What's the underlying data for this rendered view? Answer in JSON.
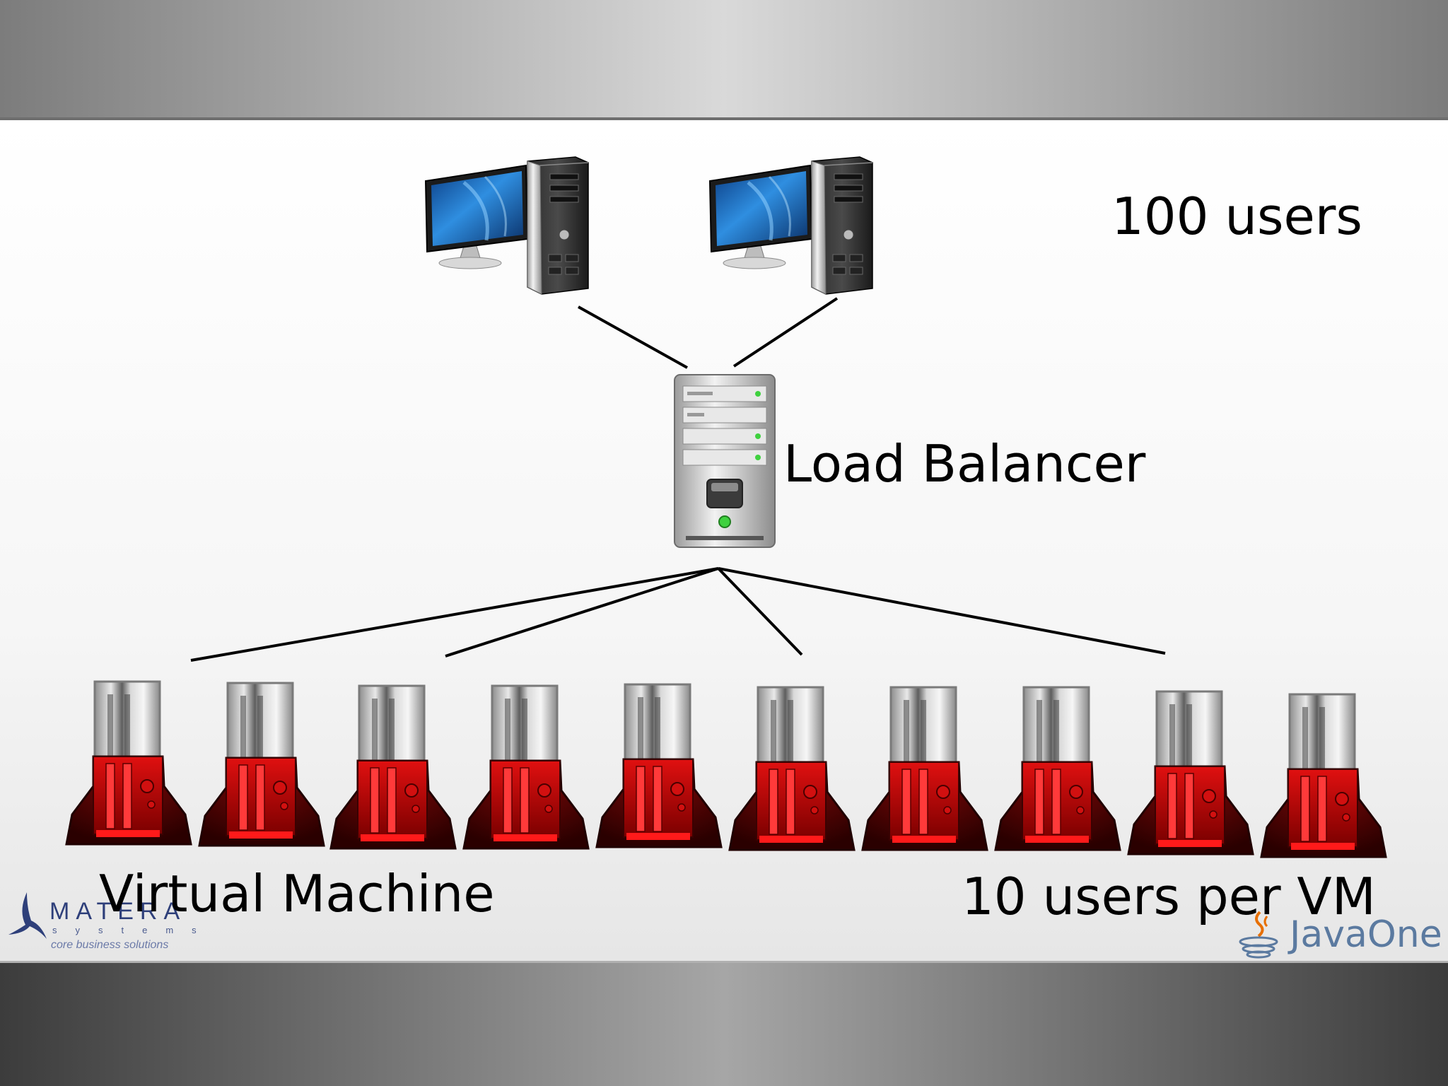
{
  "slide": {
    "labels": {
      "users_total": "100 users",
      "load_balancer": "Load Balancer",
      "virtual_machine": "Virtual Machine",
      "users_per_vm": "10 users per VM"
    },
    "logos": {
      "matera_name": "MATERA",
      "matera_sub": "systems",
      "matera_tagline": "core business solutions",
      "javaone": "JavaOne"
    },
    "diagram": {
      "client_computers": 2,
      "virtual_machines": 10
    },
    "colors": {
      "vm_red": "#b40a0a",
      "vm_dark": "#3a0202",
      "screen_blue": "#1e6fbf",
      "led_green": "#3fd13f",
      "link_line": "#000000"
    }
  }
}
